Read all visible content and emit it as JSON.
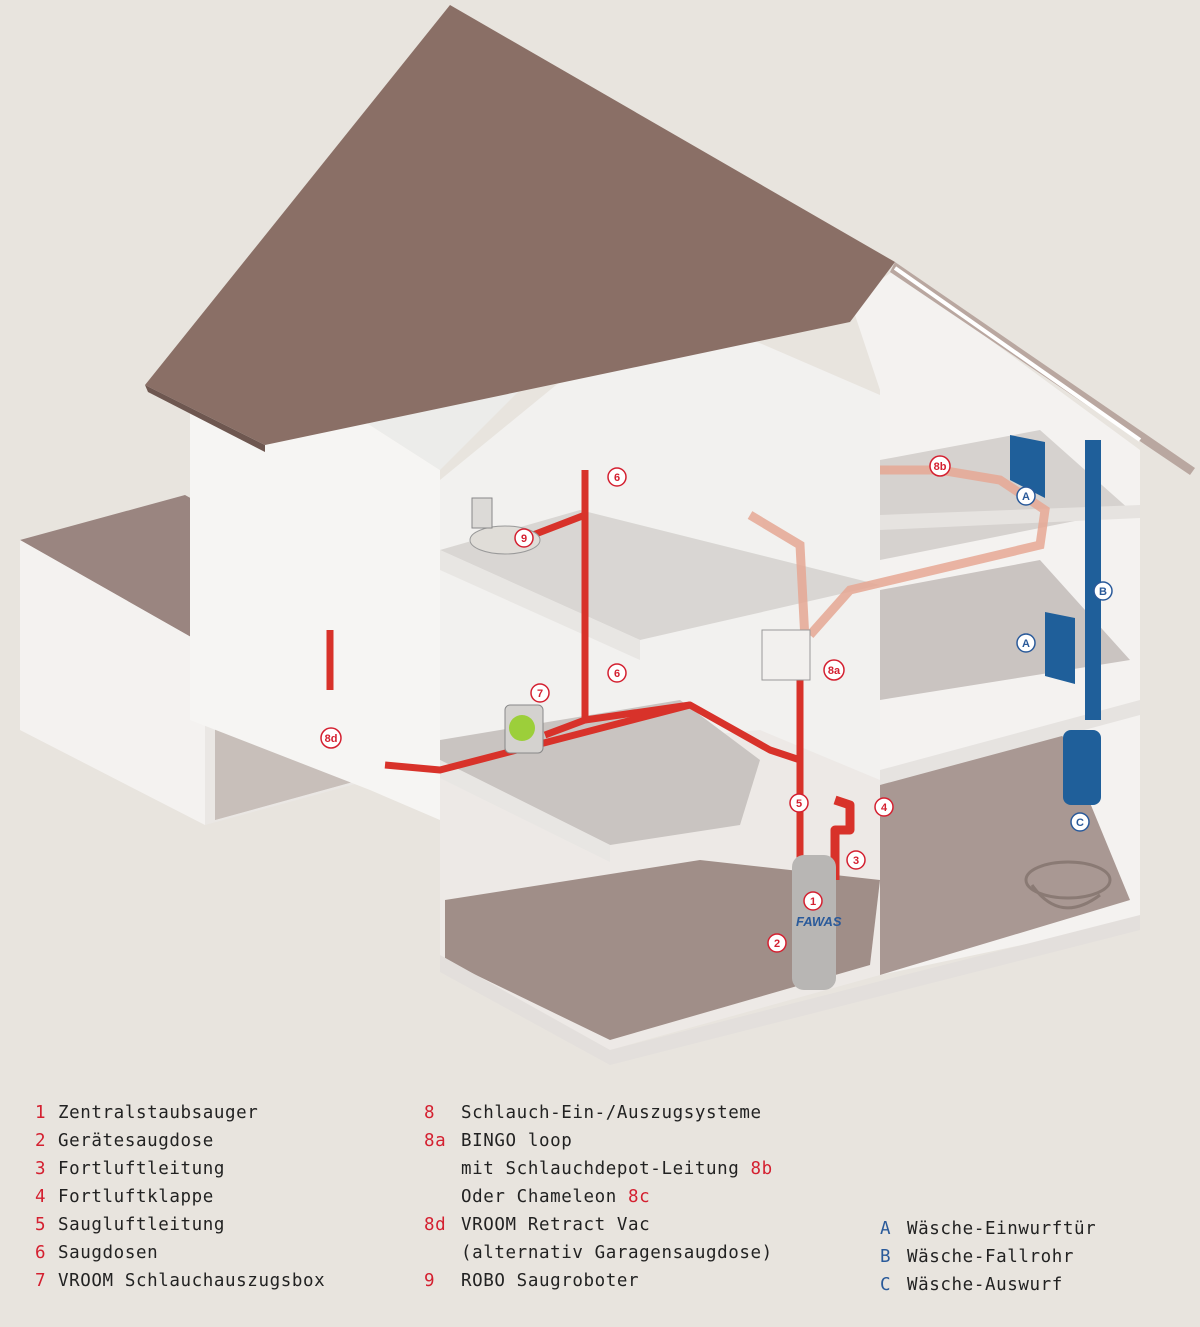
{
  "diagram": {
    "product_label": "FAWAS",
    "markers": {
      "m1": "1",
      "m2": "2",
      "m3": "3",
      "m4": "4",
      "m5": "5",
      "m6a": "6",
      "m6b": "6",
      "m7": "7",
      "m8a": "8a",
      "m8b": "8b",
      "m8d": "8d",
      "m9": "9",
      "mA1": "A",
      "mA2": "A",
      "mB": "B",
      "mC": "C"
    },
    "colors": {
      "background": "#e8e4de",
      "pipe_red": "#d8322a",
      "pipe_blue": "#1f5f9a",
      "roof": "#8a6f66",
      "marker_red": "#d42030",
      "marker_blue": "#2a5a9a"
    }
  },
  "legend": {
    "col1": [
      {
        "num": "1",
        "text": "Zentralstaubsauger"
      },
      {
        "num": "2",
        "text": "Gerätesaugdose"
      },
      {
        "num": "3",
        "text": "Fortluftleitung"
      },
      {
        "num": "4",
        "text": "Fortluftklappe"
      },
      {
        "num": "5",
        "text": "Saugluftleitung"
      },
      {
        "num": "6",
        "text": "Saugdosen"
      },
      {
        "num": "7",
        "text": "VROOM Schlauchauszugsbox"
      }
    ],
    "col2": [
      {
        "num": "8",
        "text": "Schlauch-Ein-/Auszugsysteme"
      },
      {
        "num": "8a",
        "text": "BINGO loop"
      },
      {
        "num": "",
        "text": "mit Schlauchdepot-Leitung ",
        "suffix": "8b"
      },
      {
        "num": "",
        "text": "Oder Chameleon ",
        "suffix": "8c"
      },
      {
        "num": "8d",
        "text": "VROOM Retract Vac"
      },
      {
        "num": "",
        "text": "(alternativ Garagensaugdose)"
      },
      {
        "num": "9",
        "text": "ROBO Saugroboter"
      }
    ],
    "col3": [
      {
        "num": "A",
        "text": "Wäsche-Einwurftür"
      },
      {
        "num": "B",
        "text": "Wäsche-Fallrohr"
      },
      {
        "num": "C",
        "text": "Wäsche-Auswurf"
      }
    ]
  }
}
